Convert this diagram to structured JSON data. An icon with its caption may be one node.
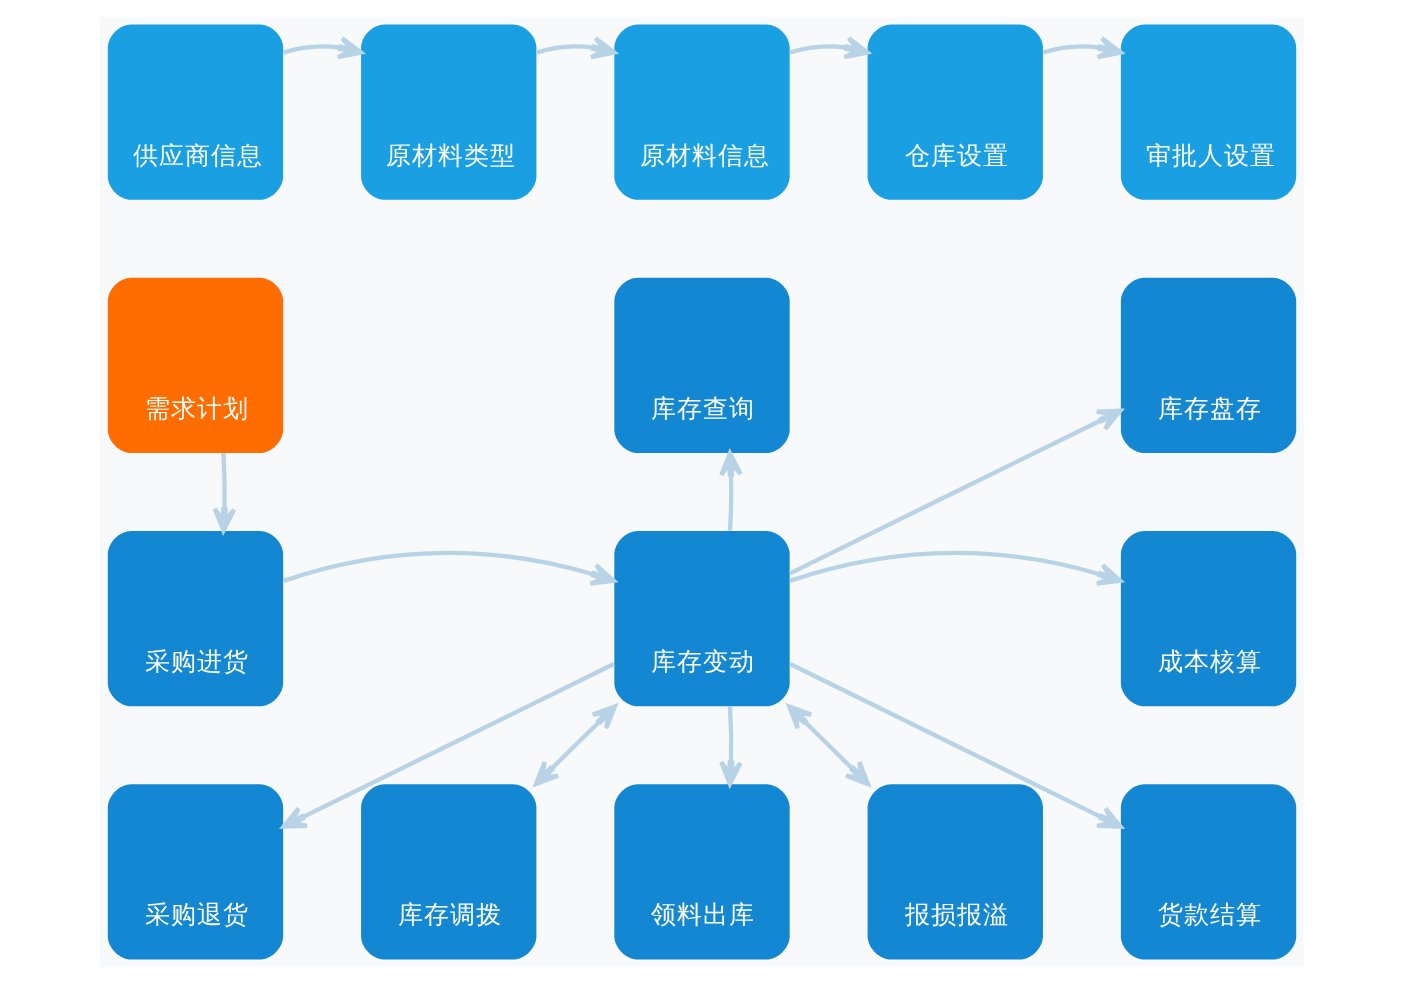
{
  "diagram": {
    "nodes": [
      {
        "text": [
          "供应商信息"
        ]
      },
      {
        "text": [
          "原材料类型"
        ]
      },
      {
        "text": [
          "原材料信息"
        ]
      },
      {
        "text": [
          "仓库设置"
        ]
      },
      {
        "text": [
          "审批人设置"
        ]
      },
      {
        "text": [
          "需求计划"
        ]
      },
      {
        "text": [
          "库存查询"
        ]
      },
      {
        "text": [
          "库存盘存"
        ]
      },
      {
        "text": [
          "采购进货"
        ]
      },
      {
        "text": [
          "库存变动"
        ]
      },
      {
        "text": [
          "成本核算"
        ]
      },
      {
        "text": [
          "采购退货"
        ]
      },
      {
        "text": [
          "库存调拨"
        ]
      },
      {
        "text": [
          "领料出库"
        ]
      },
      {
        "text": [
          "报损报溢"
        ]
      },
      {
        "text": [
          "货款结算"
        ]
      }
    ],
    "edges": [
      {
        "from": 0,
        "to": 1,
        "arrow": "to"
      },
      {
        "from": 1,
        "to": 2,
        "arrow": "to"
      },
      {
        "from": 2,
        "to": 3,
        "arrow": "to"
      },
      {
        "from": 3,
        "to": 4,
        "arrow": "to"
      },
      {
        "from": 5,
        "to": 8,
        "arrow": "to"
      },
      {
        "from": 8,
        "to": 9,
        "arrow": "to"
      },
      {
        "from": 9,
        "to": 6,
        "arrow": "to"
      },
      {
        "from": 9,
        "to": 7,
        "arrow": "to"
      },
      {
        "from": 9,
        "to": 10,
        "arrow": "to"
      },
      {
        "from": 9,
        "to": 11,
        "arrow": "to"
      },
      {
        "from": 9,
        "to": 12,
        "arrow": "both"
      },
      {
        "from": 9,
        "to": 13,
        "arrow": "to"
      },
      {
        "from": 9,
        "to": 14,
        "arrow": "both"
      },
      {
        "from": 9,
        "to": 15,
        "arrow": "to"
      }
    ]
  }
}
